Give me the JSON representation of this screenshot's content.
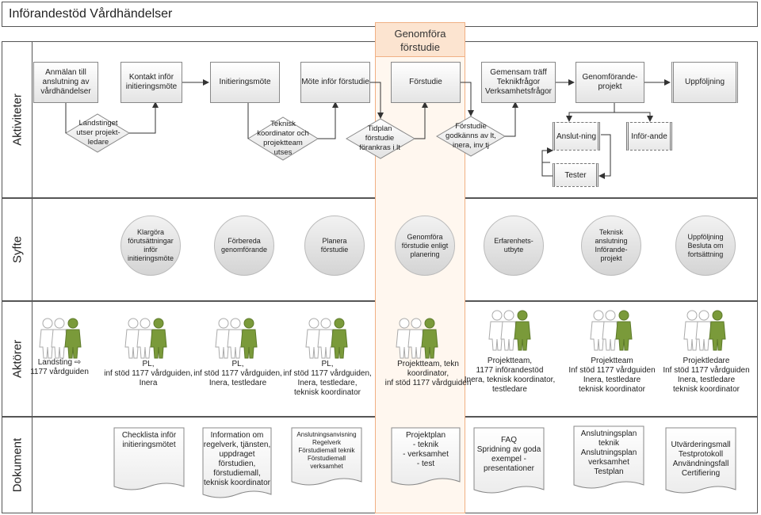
{
  "title": "Införandestöd Vårdhändelser",
  "highlight_column": "Genomföra förstudie",
  "lanes": {
    "activities": "Aktiviteter",
    "purpose": "Syfte",
    "actors": "Aktörer",
    "documents": "Dokument"
  },
  "activities": {
    "anmalan": "Anmälan till anslutning av vårdhändelser",
    "kontakt": "Kontakt inför initieringsmöte",
    "initieringsmote": "Initieringsmöte",
    "mote_forstudie": "Möte inför förstudie",
    "forstudie": "Förstudie",
    "gemensam": "Gemensam träff Teknikfrågor Verksamhetsfrågor",
    "genomforande": "Genomförande-projekt",
    "uppfoljning": "Uppföljning",
    "d_landstinget": "Landstinget utser projekt-ledare",
    "d_teknisk": "Teknisk koordinator och projektteam utses",
    "d_tidplan": "Tidplan förstudie förankras i lt",
    "d_forstudie_godk": "Förstudie godkänns av lt, inera, inv tj",
    "anslutning": "Anslut-ning",
    "inforande": "Inför-ande",
    "tester": "Tester"
  },
  "purpose": [
    "Klargöra förutsättningar inför initieringsmöte",
    "Förbereda genomförande",
    "Planera förstudie",
    "Genomföra förstudie enligt planering",
    "Erfarenhets-utbyte",
    "Teknisk anslutning Införande-projekt",
    "Uppföljning Besluta om fortsättning"
  ],
  "actors": [
    [
      "Landsting ⇨",
      "1177 vårdguiden"
    ],
    [
      "PL,",
      "inf stöd 1177 vårdguiden,",
      "Inera"
    ],
    [
      "PL,",
      "inf stöd 1177 vårdguiden,",
      "Inera, testledare"
    ],
    [
      "PL,",
      "inf stöd 1177 vårdguiden,",
      "Inera, testledare,",
      "teknisk koordinator"
    ],
    [
      "Projektteam, tekn",
      "koordinator,",
      "inf stöd 1177 vårdguiden"
    ],
    [
      "Projektteam,",
      "1177 införandestöd",
      "Inera, teknisk koordinator,",
      "testledare"
    ],
    [
      "Projektteam",
      "Inf stöd 1177 vårdguiden",
      "Inera, testledare",
      "teknisk koordinator"
    ],
    [
      "Projektledare",
      "Inf stöd 1177 vårdguiden",
      "Inera, testledare",
      "teknisk koordinator"
    ]
  ],
  "documents": [
    [
      "Checklista inför",
      "initieringsmötet"
    ],
    [
      "Information om",
      "regelverk, tjänsten,",
      "uppdraget",
      "förstudien,",
      "förstudiemall,",
      "teknisk koordinator"
    ],
    [
      "Anslutningsanvisning",
      "Regelverk",
      "Förstudiemall teknik",
      "Förstudiemall",
      "verksamhet"
    ],
    [
      "Projektplan",
      "- teknik",
      "- verksamhet",
      "- test"
    ],
    [
      "FAQ",
      "Spridning av goda",
      "exempel -",
      "presentationer"
    ],
    [
      "Anslutningsplan",
      "teknik",
      "Anslutningsplan",
      "verksamhet",
      "Testplan"
    ],
    [
      "Utvärderingsmall",
      "Testprotokoll",
      "Användningsfall",
      "Certifiering"
    ]
  ],
  "colors": {
    "highlight_fill": "#fff7ef",
    "highlight_border": "#f0b084",
    "highlight_title": "#fce4d0",
    "actor_accent": "#7a9a3a"
  }
}
